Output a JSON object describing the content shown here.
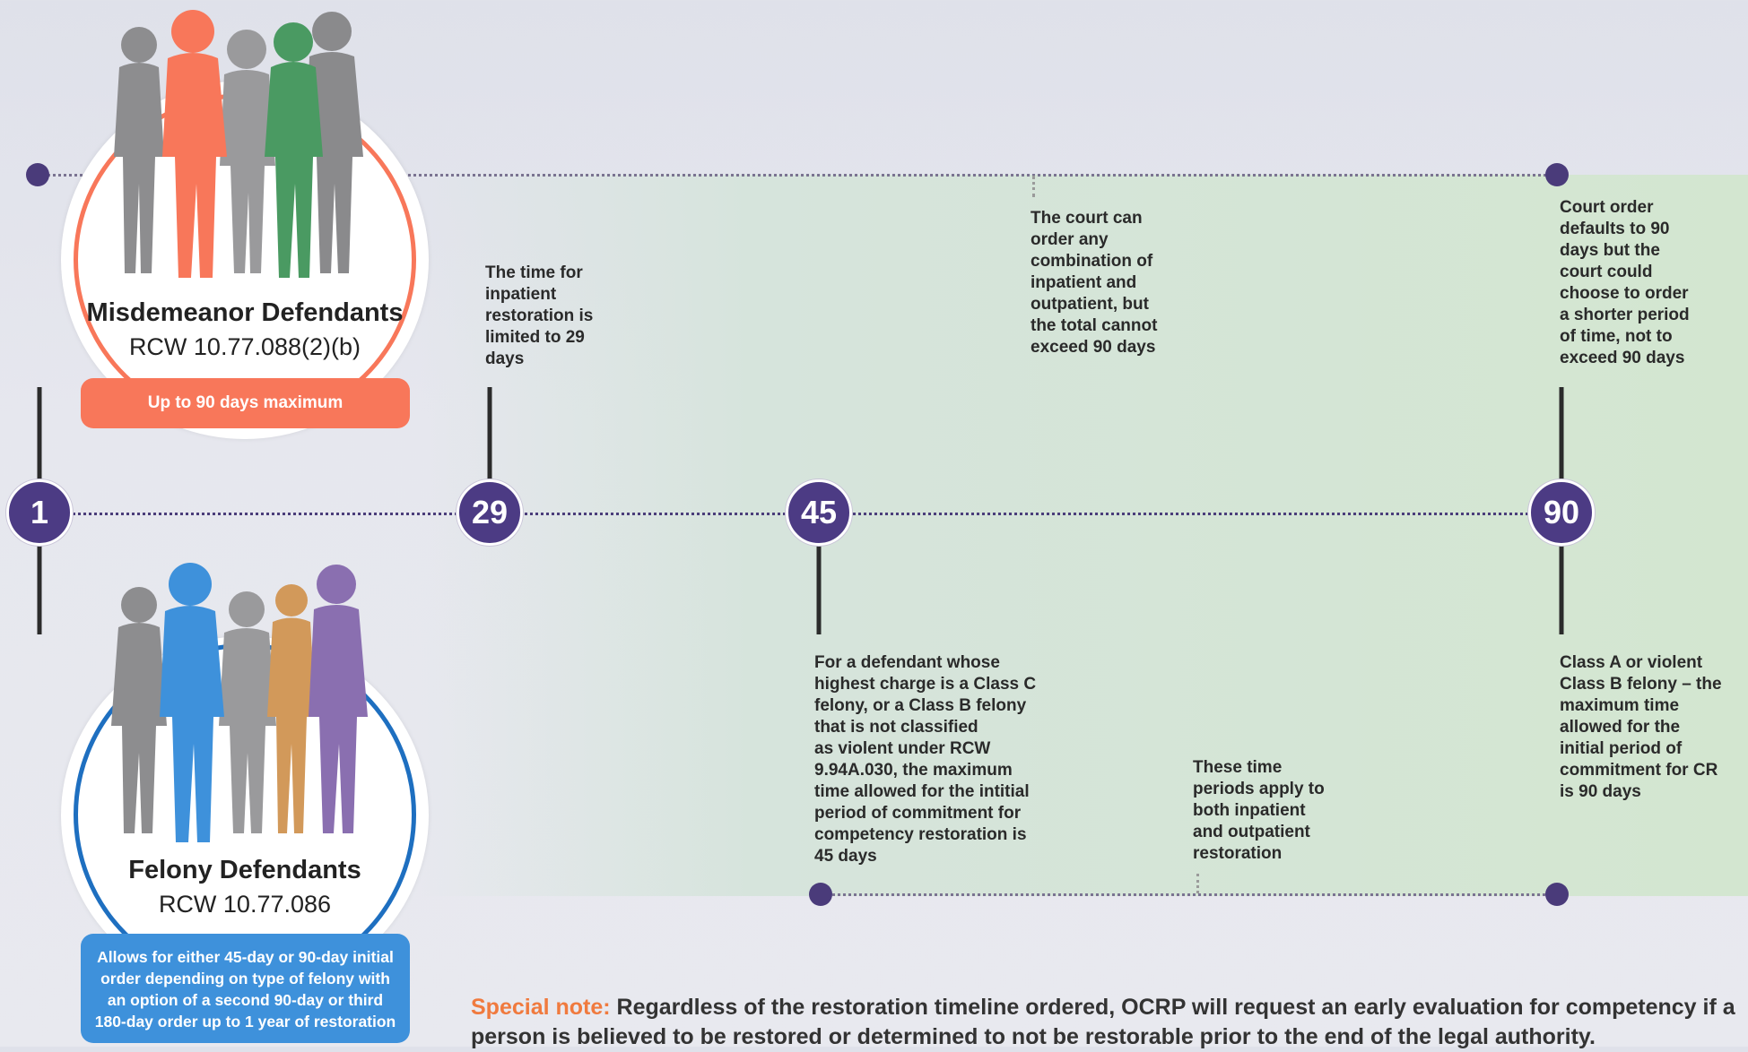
{
  "colors": {
    "purple": "#4c3b84",
    "orange": "#f8775a",
    "blue": "#3e91db",
    "green_band": "#d3e6d0",
    "special_label": "#f07a3e"
  },
  "days": [
    "1",
    "29",
    "45",
    "90"
  ],
  "misdemeanor": {
    "title": "Misdemeanor Defendants",
    "rcw": "RCW 10.77.088(2)(b)",
    "pill": "Up to 90 days maximum"
  },
  "felony": {
    "title": "Felony Defendants",
    "rcw": "RCW 10.77.086",
    "pill": "Allows for either 45-day or 90-day initial\norder depending on type of felony with\nan option of a second 90-day or third\n180-day order up to 1 year of restoration"
  },
  "notes": {
    "day29": "The time for\ninpatient\nrestoration is\nlimited to 29\ndays",
    "combo": "The court can\norder any\ncombination of\ninpatient and\noutpatient, but\nthe total cannot\nexceed 90 days",
    "day90_top": "Court order\ndefaults to 90\ndays but the\ncourt could\nchoose to order\na shorter period\nof time, not to\nexceed 90 days",
    "day45": "For a defendant whose\nhighest charge is a Class C\nfelony, or a Class B felony\nthat is not classified\nas violent under RCW\n9.94A.030, the maximum\ntime allowed for the intitial\nperiod of commitment for\ncompetency restoration is\n45 days",
    "both": "These time\nperiods apply to\nboth inpatient\nand outpatient\nrestoration",
    "day90_bottom": "Class A or  violent\nClass B felony – the\nmaximum time\nallowed for the\ninitial period of\ncommitment for CR\nis 90 days"
  },
  "special_note": {
    "label": "Special note:",
    "text": " Regardless of the restoration timeline ordered, OCRP will request an early evaluation for competency if a person is believed to be restored or determined to not be restorable prior to the end of the legal authority."
  }
}
